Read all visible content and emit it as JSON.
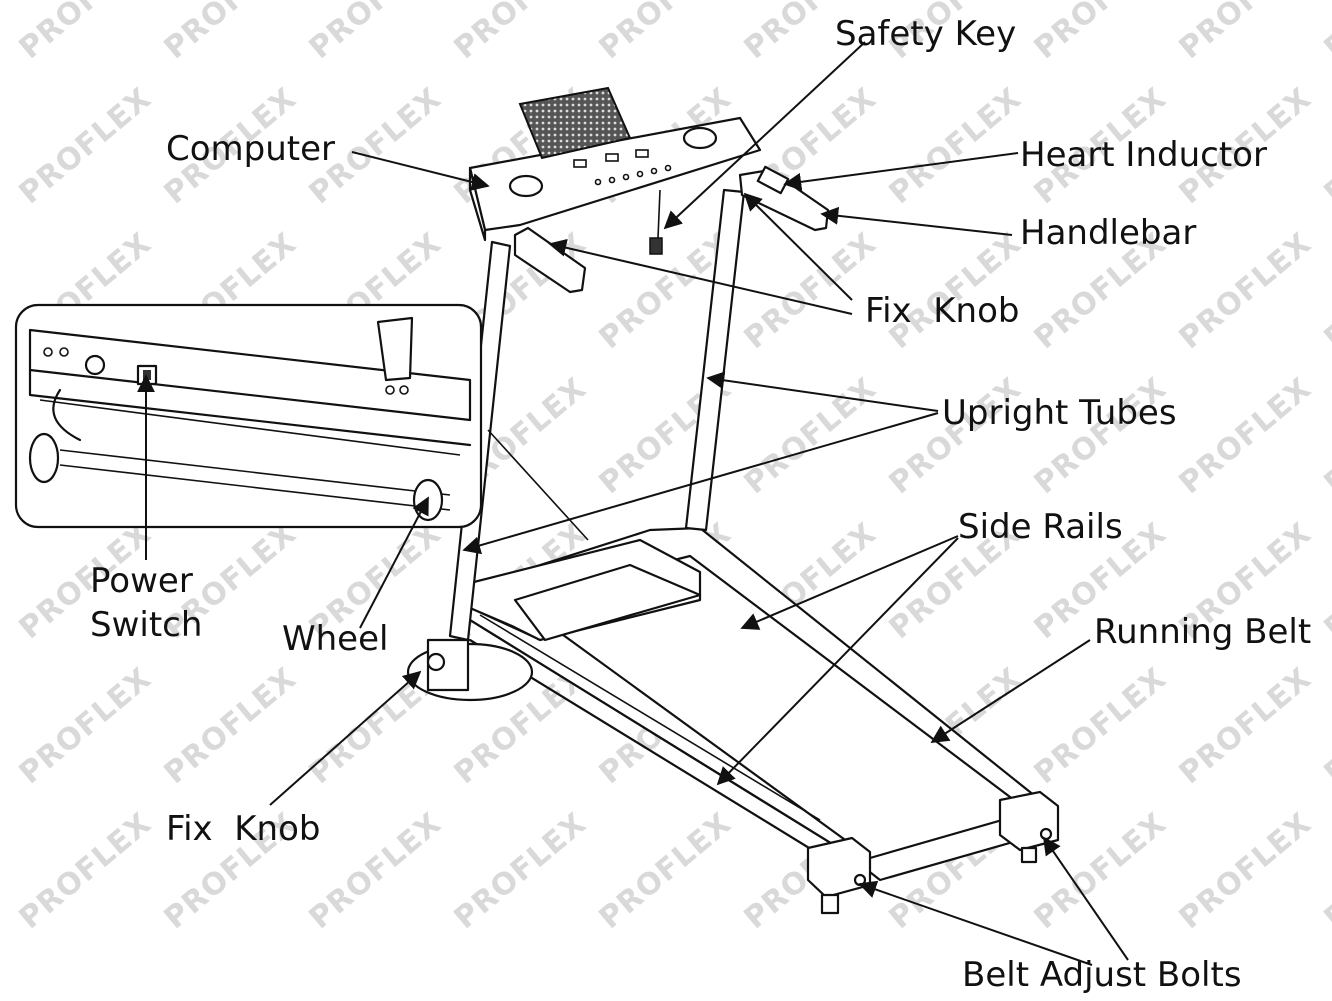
{
  "watermark": {
    "text": "PROFLEX",
    "color": "#d9d9d9"
  },
  "labels": {
    "safety_key": "Safety Key",
    "computer": "Computer",
    "heart_inductor": "Heart Inductor",
    "handlebar": "Handlebar",
    "fix_knob_top": "Fix  Knob",
    "upright_tubes": "Upright Tubes",
    "side_rails": "Side Rails",
    "running_belt": "Running Belt",
    "power_switch_1": "Power",
    "power_switch_2": "Switch",
    "wheel": "Wheel",
    "fix_knob_bottom": "Fix  Knob",
    "belt_adjust_bolts": "Belt Adjust Bolts"
  }
}
